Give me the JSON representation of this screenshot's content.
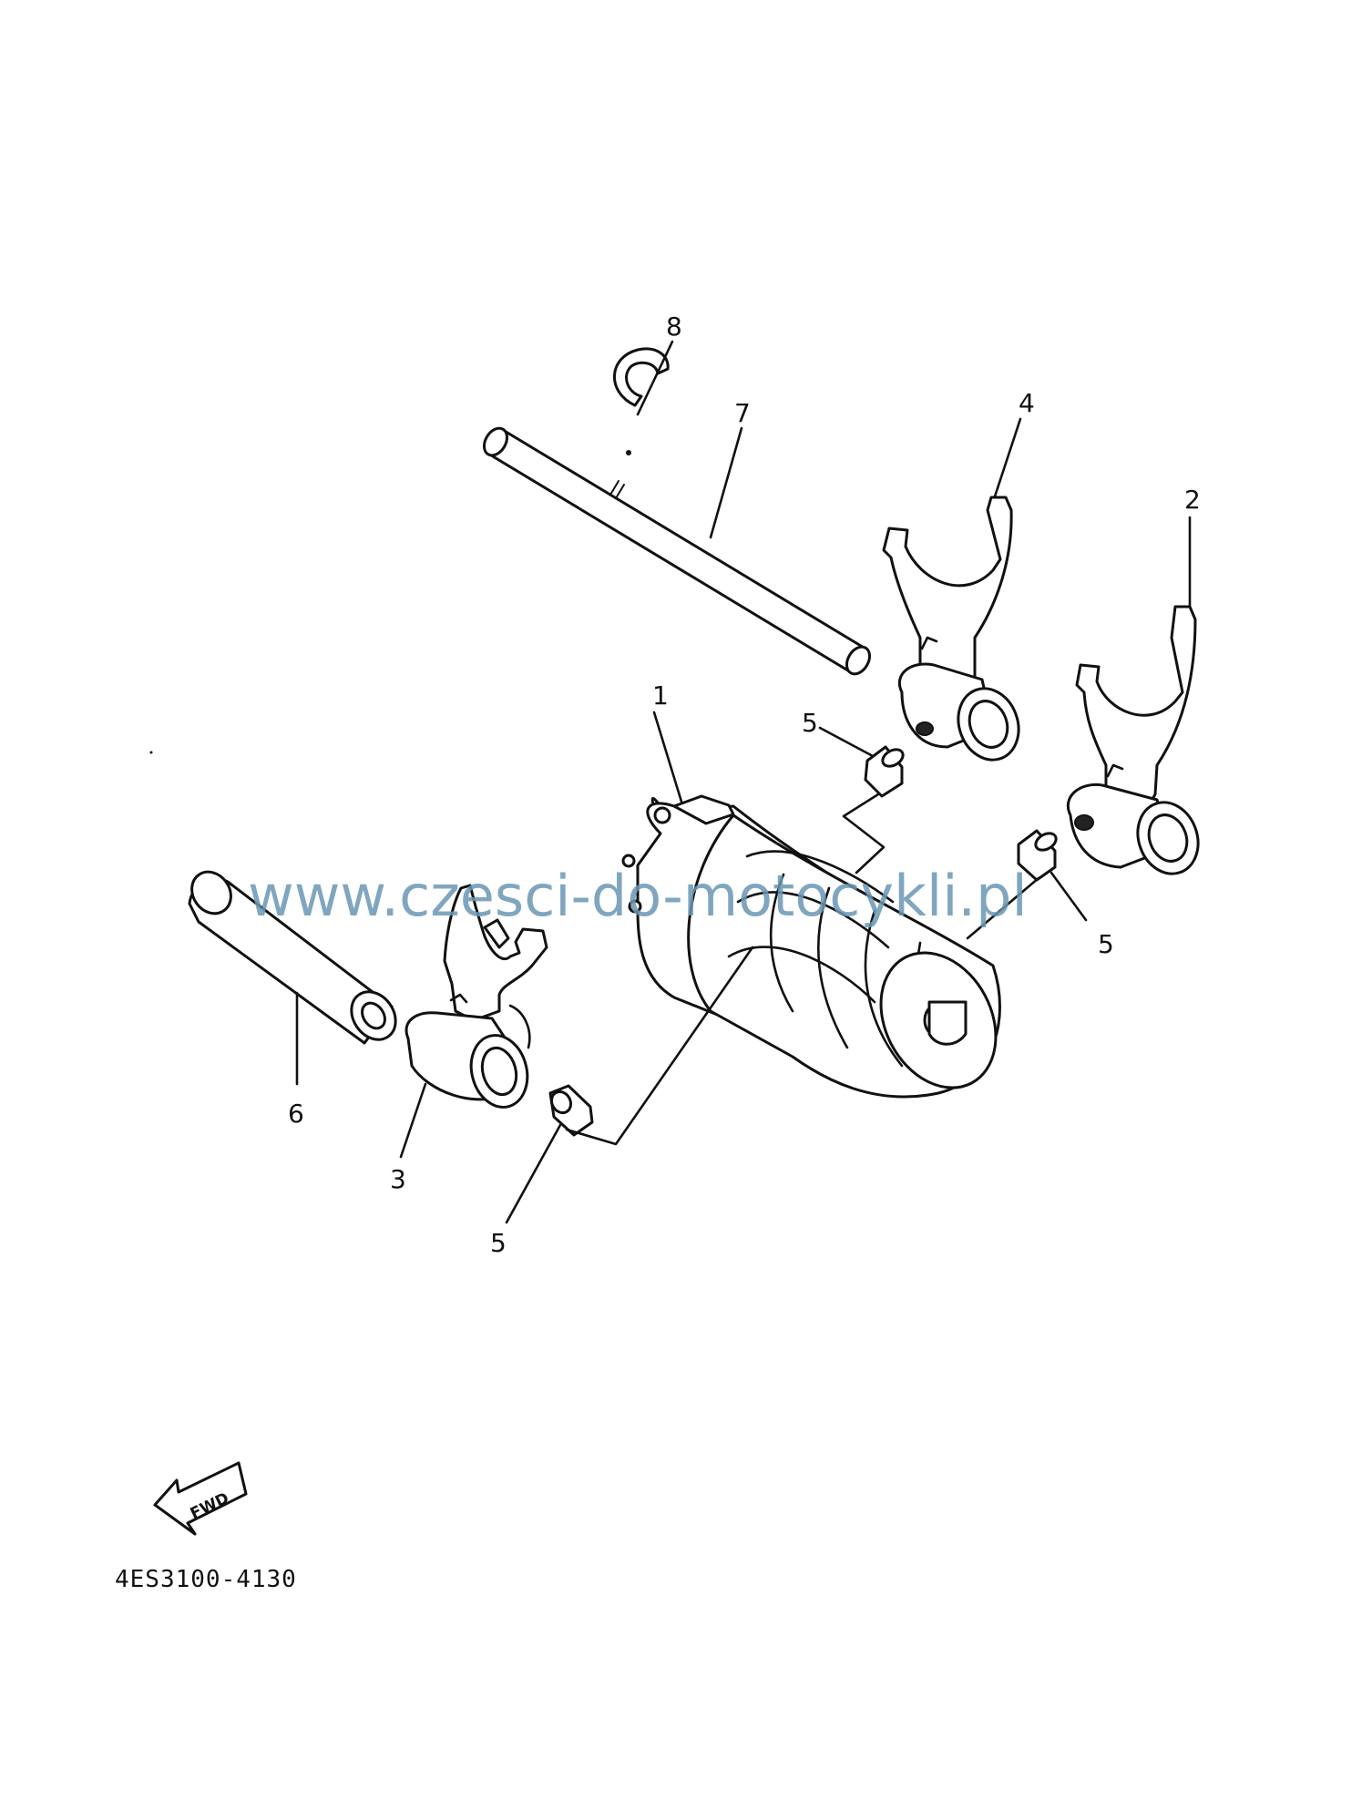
{
  "diagram": {
    "callouts": {
      "drum": "1",
      "fork_right": "2",
      "fork_left": "3",
      "fork_upper": "4",
      "pin_upper": "5",
      "pin_right": "5",
      "pin_lower": "5",
      "short_rod": "6",
      "long_rod": "7",
      "clip": "8"
    },
    "fwd_label": "FWD",
    "part_code": "4ES3100-4130",
    "watermark": "www.czesci-do-motocykli.pl"
  },
  "colors": {
    "ink": "#111111",
    "watermark": "#6b97b5",
    "background": "#ffffff"
  }
}
